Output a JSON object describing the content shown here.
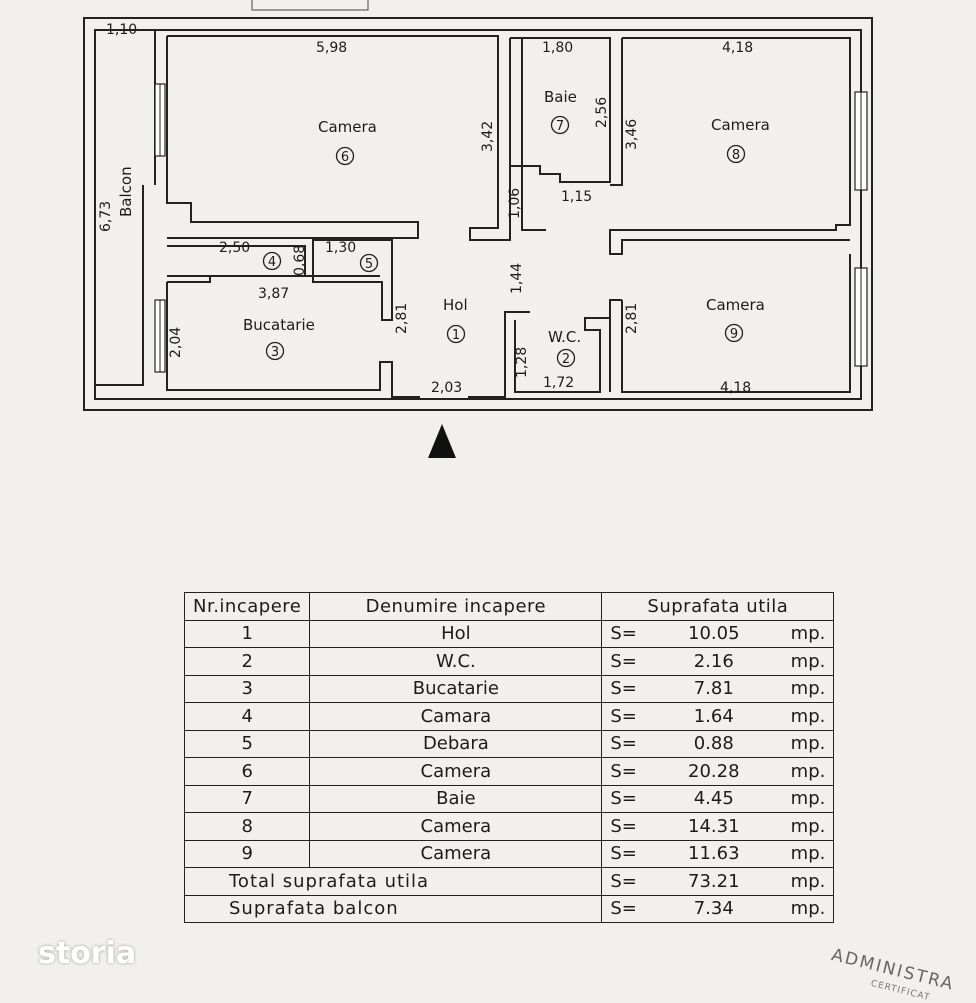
{
  "plan": {
    "dimensions": {
      "balcony_top": "1,10",
      "balcony_height": "6,73",
      "room6_width": "5,98",
      "room6_height": "3,42",
      "bath_width": "1,80",
      "bath_height": "2,56",
      "room8_width": "4,18",
      "room8_height": "3,46",
      "bath_lower_h": "1,06",
      "bath_lower_w": "1,15",
      "pantry_width": "2,50",
      "pantry_height": "0,68",
      "closet_width": "1,30",
      "kitchen_width": "3,87",
      "kitchen_height": "2,04",
      "hall_side": "2,81",
      "hall_mid": "1,44",
      "hall_bottom": "2,03",
      "wc_height": "1,28",
      "wc_width": "1,72",
      "room9_height": "2,81",
      "room9_width": "4,18"
    },
    "rooms": [
      {
        "name": "Camera",
        "number": "6"
      },
      {
        "name": "Baie",
        "number": "7"
      },
      {
        "name": "Camera",
        "number": "8"
      },
      {
        "name": "Balcon",
        "number": ""
      },
      {
        "name": "",
        "number": "4"
      },
      {
        "name": "",
        "number": "5"
      },
      {
        "name": "Bucatarie",
        "number": "3"
      },
      {
        "name": "Hol",
        "number": "1"
      },
      {
        "name": "W.C.",
        "number": "2"
      },
      {
        "name": "Camera",
        "number": "9"
      }
    ]
  },
  "table": {
    "headers": [
      "Nr.incapere",
      "Denumire incapere",
      "Suprafata utila"
    ],
    "rows": [
      {
        "nr": "1",
        "name": "Hol",
        "s": "S=",
        "value": "10.05",
        "unit": "mp."
      },
      {
        "nr": "2",
        "name": "W.C.",
        "s": "S=",
        "value": "2.16",
        "unit": "mp."
      },
      {
        "nr": "3",
        "name": "Bucatarie",
        "s": "S=",
        "value": "7.81",
        "unit": "mp."
      },
      {
        "nr": "4",
        "name": "Camara",
        "s": "S=",
        "value": "1.64",
        "unit": "mp."
      },
      {
        "nr": "5",
        "name": "Debara",
        "s": "S=",
        "value": "0.88",
        "unit": "mp."
      },
      {
        "nr": "6",
        "name": "Camera",
        "s": "S=",
        "value": "20.28",
        "unit": "mp."
      },
      {
        "nr": "7",
        "name": "Baie",
        "s": "S=",
        "value": "4.45",
        "unit": "mp."
      },
      {
        "nr": "8",
        "name": "Camera",
        "s": "S=",
        "value": "14.31",
        "unit": "mp."
      },
      {
        "nr": "9",
        "name": "Camera",
        "s": "S=",
        "value": "11.63",
        "unit": "mp."
      }
    ],
    "totals": [
      {
        "label": "Total suprafata utila",
        "s": "S=",
        "value": "73.21",
        "unit": "mp."
      },
      {
        "label": "Suprafata balcon",
        "s": "S=",
        "value": "7.34",
        "unit": "mp."
      }
    ]
  },
  "watermark": "storia",
  "stamp": {
    "text": "ADMINISTRA",
    "sub": "CERTIFICAT"
  }
}
